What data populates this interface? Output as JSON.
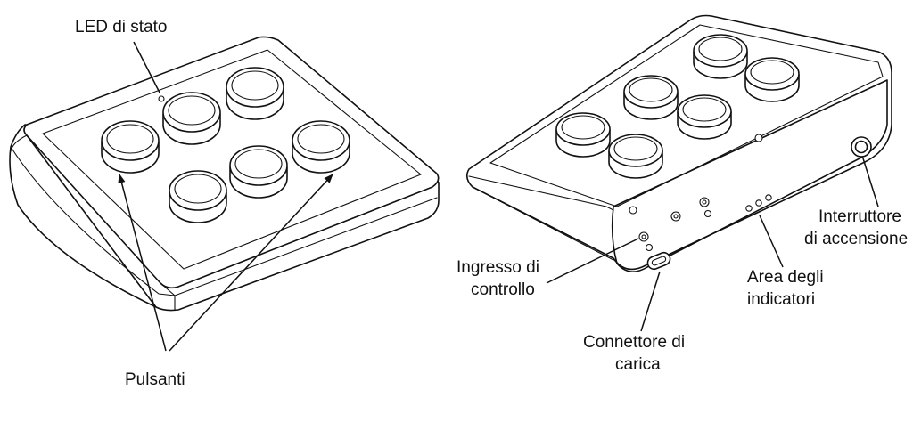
{
  "labels": {
    "led": "LED di stato",
    "buttons": "Pulsanti",
    "control_input_1": "Ingresso di",
    "control_input_2": "controllo",
    "charging_1": "Connettore di",
    "charging_2": "carica",
    "indicators_1": "Area degli",
    "indicators_2": "indicatori",
    "power_1": "Interruttore",
    "power_2": "di accensione"
  },
  "colors": {
    "line": "#111111",
    "background": "#ffffff"
  }
}
